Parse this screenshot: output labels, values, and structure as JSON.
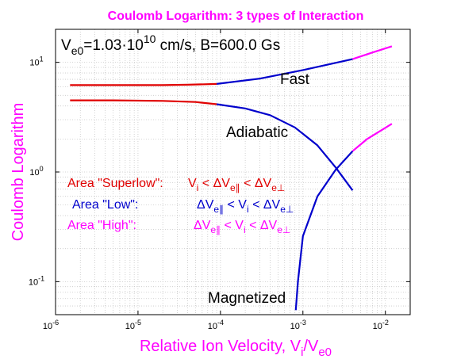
{
  "chart_data": {
    "type": "line",
    "title": "Coulomb Logarithm: 3 types of Interaction",
    "xlabel": {
      "base": "Relative Ion Velocity, V",
      "sub1": "i",
      "mid": "/V",
      "sub2": "e0"
    },
    "ylabel": "Coulomb Logarithm",
    "x_scale": "log",
    "y_scale": "log",
    "xlim": [
      1e-06,
      0.02
    ],
    "ylim": [
      0.05,
      20
    ],
    "grid": true,
    "x_ticks": [
      {
        "value": 1e-06,
        "base": "10",
        "exp": "-6"
      },
      {
        "value": 1e-05,
        "base": "10",
        "exp": "-5"
      },
      {
        "value": 0.0001,
        "base": "10",
        "exp": "-4"
      },
      {
        "value": 0.001,
        "base": "10",
        "exp": "-3"
      },
      {
        "value": 0.01,
        "base": "10",
        "exp": "-2"
      }
    ],
    "y_ticks": [
      {
        "value": 0.1,
        "base": "10",
        "exp": "-1"
      },
      {
        "value": 1,
        "base": "10",
        "exp": "0"
      },
      {
        "value": 10,
        "base": "10",
        "exp": "1"
      }
    ],
    "params_text": {
      "v": "V",
      "vsub": "e0",
      "eq": "=1.03·10",
      "exp": "10",
      "rest": " cm/s,  B=600.0 Gs"
    },
    "curve_labels": {
      "fast": "Fast",
      "adiabatic": "Adiabatic",
      "magnetized": "Magnetized"
    },
    "area_notes": [
      {
        "label": "Area \"Superlow\":",
        "formula": "V_i < ΔV_e∥ < ΔV_e⊥",
        "color": "#e00000"
      },
      {
        "label": "Area \"Low\":",
        "formula": "ΔV_e∥ < V_i < ΔV_e⊥",
        "color": "#0000cc"
      },
      {
        "label": "Area \"High\":",
        "formula": "ΔV_e∥ < V_i < ΔV_e⊥",
        "color": "#ff00ff"
      }
    ],
    "colors": {
      "superlow": "#e00000",
      "low": "#0000cc",
      "high": "#ff00ff"
    },
    "series": [
      {
        "name": "Fast",
        "segments": [
          {
            "color": "superlow",
            "x": [
              1.5e-06,
              5e-06,
              2e-05,
              4e-05,
              9e-05
            ],
            "y": [
              6.2,
              6.2,
              6.2,
              6.25,
              6.35
            ]
          },
          {
            "color": "low",
            "x": [
              9e-05,
              0.0003,
              0.001,
              0.004
            ],
            "y": [
              6.35,
              7.1,
              8.5,
              10.7
            ]
          },
          {
            "color": "high",
            "x": [
              0.004,
              0.007,
              0.012
            ],
            "y": [
              10.7,
              12.3,
              14.0
            ]
          }
        ]
      },
      {
        "name": "Adiabatic",
        "segments": [
          {
            "color": "superlow",
            "x": [
              1.5e-06,
              5e-06,
              2e-05,
              5e-05,
              9e-05
            ],
            "y": [
              4.5,
              4.5,
              4.45,
              4.35,
              4.15
            ]
          },
          {
            "color": "low",
            "x": [
              9e-05,
              0.0002,
              0.0004,
              0.0008,
              0.0015,
              0.0025,
              0.004
            ],
            "y": [
              4.15,
              3.8,
              3.3,
              2.55,
              1.75,
              1.1,
              0.68
            ]
          }
        ]
      },
      {
        "name": "Magnetized",
        "segments": [
          {
            "color": "low",
            "x": [
              0.00082,
              0.00087,
              0.001,
              0.0015,
              0.0025,
              0.004
            ],
            "y": [
              0.055,
              0.1,
              0.26,
              0.6,
              1.05,
              1.55
            ]
          },
          {
            "color": "high",
            "x": [
              0.004,
              0.006,
              0.012
            ],
            "y": [
              1.55,
              2.0,
              2.75
            ]
          }
        ]
      }
    ]
  }
}
